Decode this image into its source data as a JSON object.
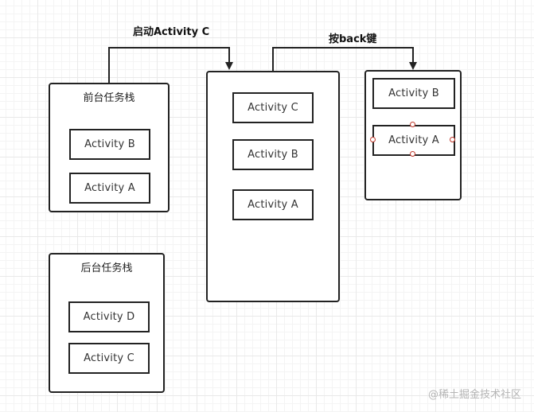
{
  "edges": {
    "launch_label": "启动Activity C",
    "back_label": "按back键"
  },
  "foreground_stack": {
    "title": "前台任务栈",
    "activities": [
      "Activity B",
      "Activity A"
    ]
  },
  "background_stack": {
    "title": "后台任务栈",
    "activities": [
      "Activity D",
      "Activity C"
    ]
  },
  "middle_stack": {
    "activities": [
      "Activity C",
      "Activity B",
      "Activity A"
    ]
  },
  "right_stack": {
    "activities": [
      "Activity B",
      "Activity A"
    ]
  },
  "watermark": "@稀土掘金技术社区",
  "colors": {
    "line": "#222222",
    "grid": "#e9e9e9",
    "selection_handle": "#c0392b",
    "watermark": "#b5b5b5"
  }
}
